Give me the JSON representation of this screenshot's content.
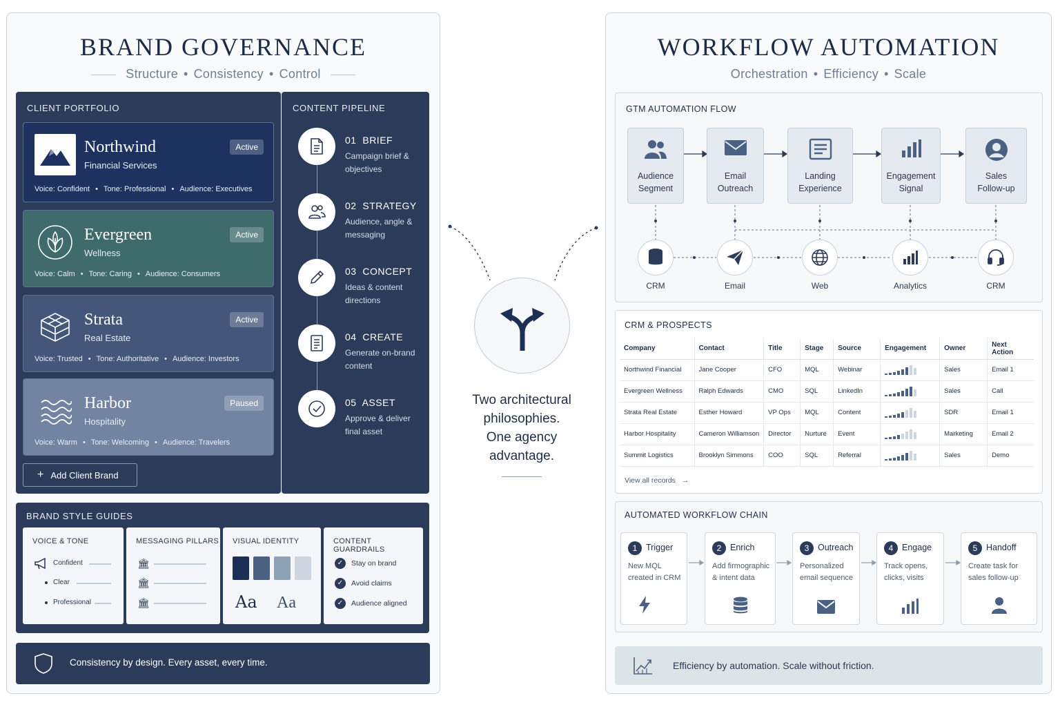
{
  "left": {
    "title": "BRAND GOVERNANCE",
    "subtitle": [
      "Structure",
      "Consistency",
      "Control"
    ],
    "portfolio": {
      "label": "CLIENT PORTFOLIO",
      "clients": [
        {
          "name": "Northwind",
          "sub": "Financial Services",
          "status": "Active",
          "voice": "Voice: Confident",
          "tone": "Tone: Professional",
          "audience": "Audience: Executives",
          "color": "#1e3260",
          "icon": "mountain-icon"
        },
        {
          "name": "Evergreen",
          "sub": "Wellness",
          "status": "Active",
          "voice": "Voice: Calm",
          "tone": "Tone: Caring",
          "audience": "Audience: Consumers",
          "color": "#3f6b6d",
          "icon": "leaf-icon"
        },
        {
          "name": "Strata",
          "sub": "Real Estate",
          "status": "Active",
          "voice": "Voice: Trusted",
          "tone": "Tone: Authoritative",
          "audience": "Audience: Investors",
          "color": "#44577a",
          "icon": "cube-icon"
        },
        {
          "name": "Harbor",
          "sub": "Hospitality",
          "status": "Paused",
          "voice": "Voice: Warm",
          "tone": "Tone: Welcoming",
          "audience": "Audience: Travelers",
          "color": "#7384a2",
          "icon": "waves-icon"
        }
      ],
      "add_label": "Add Client Brand"
    },
    "pipeline": {
      "label": "CONTENT PIPELINE",
      "steps": [
        {
          "title": "01  BRIEF",
          "desc": "Campaign brief & objectives",
          "icon": "document-icon"
        },
        {
          "title": "02  STRATEGY",
          "desc": "Audience, angle & messaging",
          "icon": "users-icon"
        },
        {
          "title": "03  CONCEPT",
          "desc": "Ideas & content directions",
          "icon": "pencil-icon"
        },
        {
          "title": "04  CREATE",
          "desc": "Generate on-brand content",
          "icon": "list-document-icon"
        },
        {
          "title": "05  ASSET",
          "desc": "Approve & deliver final asset",
          "icon": "check-circle-icon"
        }
      ]
    },
    "guides": {
      "label": "BRAND STYLE GUIDES",
      "voice": {
        "title": "VOICE & TONE",
        "items": [
          "Confident",
          "Clear",
          "Professional"
        ]
      },
      "messaging": {
        "title": "MESSAGING PILLARS"
      },
      "identity": {
        "title": "VISUAL IDENTITY",
        "swatches": [
          "#1e2f55",
          "#4a6184",
          "#8fa1b5",
          "#cdd6e0"
        ],
        "type_sample": "Aa"
      },
      "guardrails": {
        "title": "CONTENT GUARDRAILS",
        "items": [
          "Stay on brand",
          "Avoid claims",
          "Audience aligned"
        ]
      }
    },
    "footer": "Consistency by design. Every asset, every time."
  },
  "center": {
    "tagline": [
      "Two architectural",
      "philosophies.",
      "One agency",
      "advantage."
    ]
  },
  "right": {
    "title": "WORKFLOW AUTOMATION",
    "subtitle": [
      "Orchestration",
      "Efficiency",
      "Scale"
    ],
    "gtm": {
      "label": "GTM AUTOMATION FLOW",
      "stages": [
        {
          "l1": "Audience",
          "l2": "Segment",
          "icon": "audience-icon"
        },
        {
          "l1": "Email",
          "l2": "Outreach",
          "icon": "envelope-icon"
        },
        {
          "l1": "Landing",
          "l2": "Experience",
          "icon": "page-icon"
        },
        {
          "l1": "Engagement",
          "l2": "Signal",
          "icon": "bar-chart-icon"
        },
        {
          "l1": "Sales",
          "l2": "Follow-up",
          "icon": "user-circle-icon"
        }
      ],
      "tools": [
        "CRM",
        "Email",
        "Web",
        "Analytics",
        "CRM"
      ]
    },
    "crm": {
      "label": "CRM & PROSPECTS",
      "columns": [
        "Company",
        "Contact",
        "Title",
        "Stage",
        "Source",
        "Engagement",
        "Owner",
        "Next Action"
      ],
      "rows": [
        {
          "company": "Northwind Financial",
          "contact": "Jane Cooper",
          "title": "CFO",
          "stage": "MQL",
          "source": "Webinar",
          "engagement": 5,
          "owner": "Sales",
          "next": "Email 1"
        },
        {
          "company": "Evergreen Wellness",
          "contact": "Ralph Edwards",
          "title": "CMO",
          "stage": "SQL",
          "source": "LinkedIn",
          "engagement": 6,
          "owner": "Sales",
          "next": "Call"
        },
        {
          "company": "Strata Real Estate",
          "contact": "Esther Howard",
          "title": "VP Ops",
          "stage": "MQL",
          "source": "Content",
          "engagement": 4,
          "owner": "SDR",
          "next": "Email 1"
        },
        {
          "company": "Harbor Hospitality",
          "contact": "Cameron Williamson",
          "title": "Director",
          "stage": "Nurture",
          "source": "Event",
          "engagement": 3,
          "owner": "Marketing",
          "next": "Email 2"
        },
        {
          "company": "Summit Logistics",
          "contact": "Brooklyn Simmons",
          "title": "COO",
          "stage": "SQL",
          "source": "Referral",
          "engagement": 5,
          "owner": "Sales",
          "next": "Demo"
        }
      ],
      "view_all": "View all records"
    },
    "chain": {
      "label": "AUTOMATED WORKFLOW CHAIN",
      "steps": [
        {
          "n": "1",
          "title": "Trigger",
          "desc1": "New MQL",
          "desc2": "created in CRM",
          "icon": "lightning-icon"
        },
        {
          "n": "2",
          "title": "Enrich",
          "desc1": "Add firmographic",
          "desc2": "& intent data",
          "icon": "database-icon"
        },
        {
          "n": "3",
          "title": "Outreach",
          "desc1": "Personalized",
          "desc2": "email sequence",
          "icon": "envelope-icon"
        },
        {
          "n": "4",
          "title": "Engage",
          "desc1": "Track opens,",
          "desc2": "clicks, visits",
          "icon": "bar-chart-icon"
        },
        {
          "n": "5",
          "title": "Handoff",
          "desc1": "Create task for",
          "desc2": "sales follow-up",
          "icon": "user-icon"
        }
      ]
    },
    "footer": "Efficiency by automation. Scale without friction."
  }
}
